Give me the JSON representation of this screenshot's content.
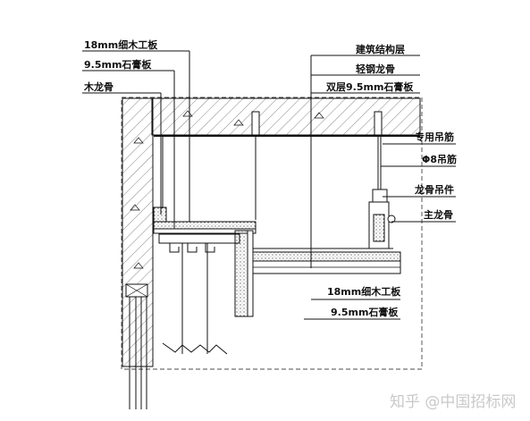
{
  "labels": {
    "left": [
      "18mm细木工板",
      "9.5mm石膏板",
      "木龙骨"
    ],
    "right_top": [
      "建筑结构层",
      "轻钢龙骨",
      "双层9.5mm石膏板"
    ],
    "right_side": [
      "专用吊筋",
      "Φ8吊筋",
      "龙骨吊件",
      "主龙骨"
    ],
    "bottom": [
      "18mm细木工板",
      "9.5mm石膏板"
    ]
  },
  "watermark": "知乎 @中国招标网"
}
